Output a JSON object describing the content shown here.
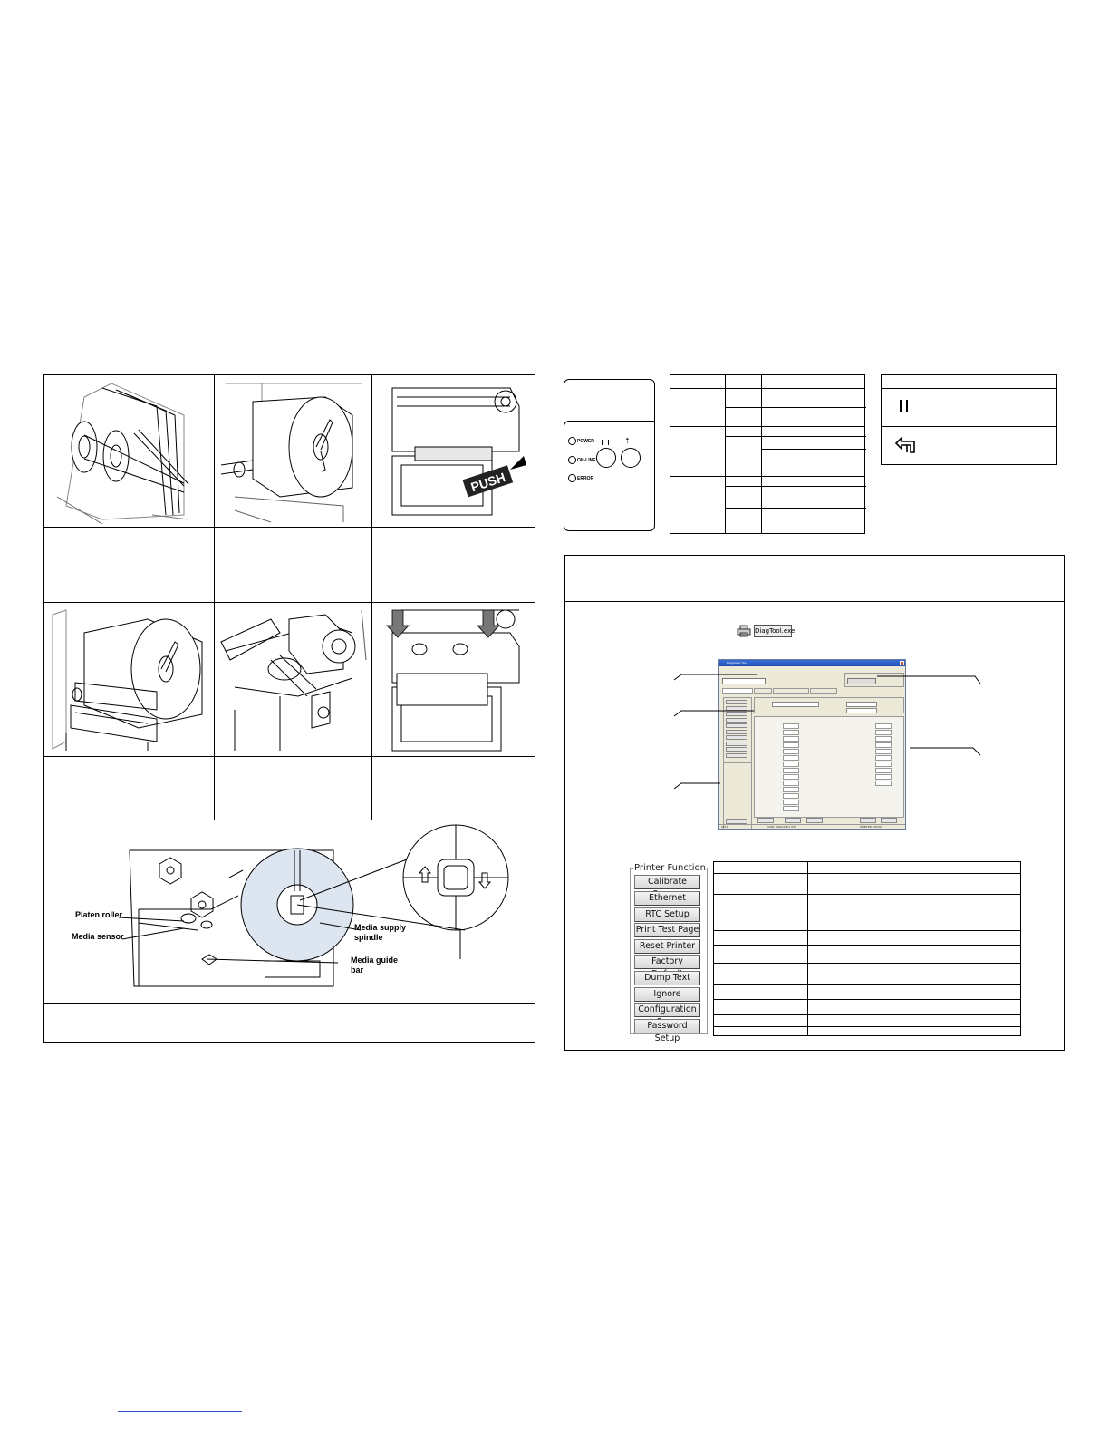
{
  "left_panel": {
    "media_diagram": {
      "labels": {
        "platen_roller": "Platen roller",
        "media_sensor": "Media sensor",
        "media_supply_spindle": "Media supply spindle",
        "media_guide_bar": "Media guide bar"
      }
    }
  },
  "front_panel": {
    "leds": {
      "power": "POWER",
      "online": "ON-LINE",
      "error": "ERROR"
    }
  },
  "diagtool": {
    "button_label": "DiagTool.exe",
    "window_title": "Diagnostic Tool",
    "status_bar": {
      "port": "LPT1",
      "com": "COM1 9600,N,8,1 RTS",
      "status": "PRINTER STATUS"
    },
    "printer_function": {
      "group_label": "Printer Function",
      "buttons": [
        "Calibrate Sensor",
        "Ethernet Setup",
        "RTC Setup",
        "Print Test Page",
        "Reset Printer",
        "Factory Default",
        "Dump Text",
        "Ignore AUTO.BAS",
        "Configuration Page",
        "Password Setup"
      ]
    }
  },
  "footer": {
    "link_text": ""
  }
}
